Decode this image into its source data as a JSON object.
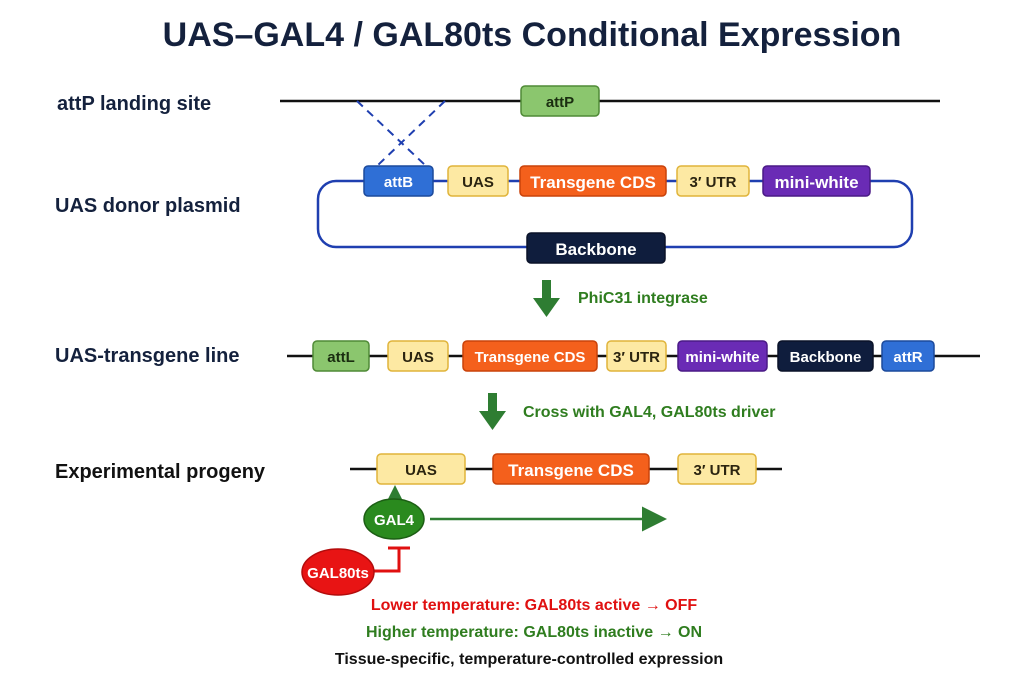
{
  "title": "UAS–GAL4 / GAL80ts Conditional Expression",
  "colors": {
    "navy": "#14213d",
    "line": "#111111",
    "plasmid": "#1f3fb0",
    "green_text": "#2f7d1f",
    "arrow_green": "#2e7d32",
    "red": "#e01010",
    "attp_fill": "#8bc66e",
    "attb_fill": "#2f6fd6",
    "uas_fill": "#fde9a3",
    "cds_fill": "#f4601c",
    "utr_fill": "#fde9a3",
    "white_fill": "#6a2bb5",
    "backbone_fill": "#0f1d3d",
    "gal4_fill": "#2a8a1e",
    "gal80_fill": "#e81414"
  },
  "rows": {
    "landing": {
      "label": "attP landing site",
      "element": "attP"
    },
    "donor": {
      "label": "UAS donor plasmid",
      "elements": [
        "attB",
        "UAS",
        "Transgene CDS",
        "3′ UTR",
        "mini-white"
      ],
      "backbone": "Backbone"
    },
    "step1": {
      "arrow_label": "PhiC31 integrase"
    },
    "line": {
      "label": "UAS-transgene line",
      "elements": [
        "attL",
        "UAS",
        "Transgene CDS",
        "3′ UTR",
        "mini-white",
        "Backbone",
        "attR"
      ]
    },
    "step2": {
      "arrow_label": "Cross with GAL4, GAL80ts driver"
    },
    "progeny": {
      "label": "Experimental progeny",
      "elements": [
        "UAS",
        "Transgene CDS",
        "3′ UTR"
      ],
      "activator": "GAL4",
      "repressor": "GAL80ts"
    }
  },
  "notes": {
    "low_temp": "Lower temperature: GAL80ts active → OFF",
    "high_temp": "Higher temperature: GAL80ts inactive → ON",
    "summary": "Tissue-specific, temperature-controlled expression"
  }
}
